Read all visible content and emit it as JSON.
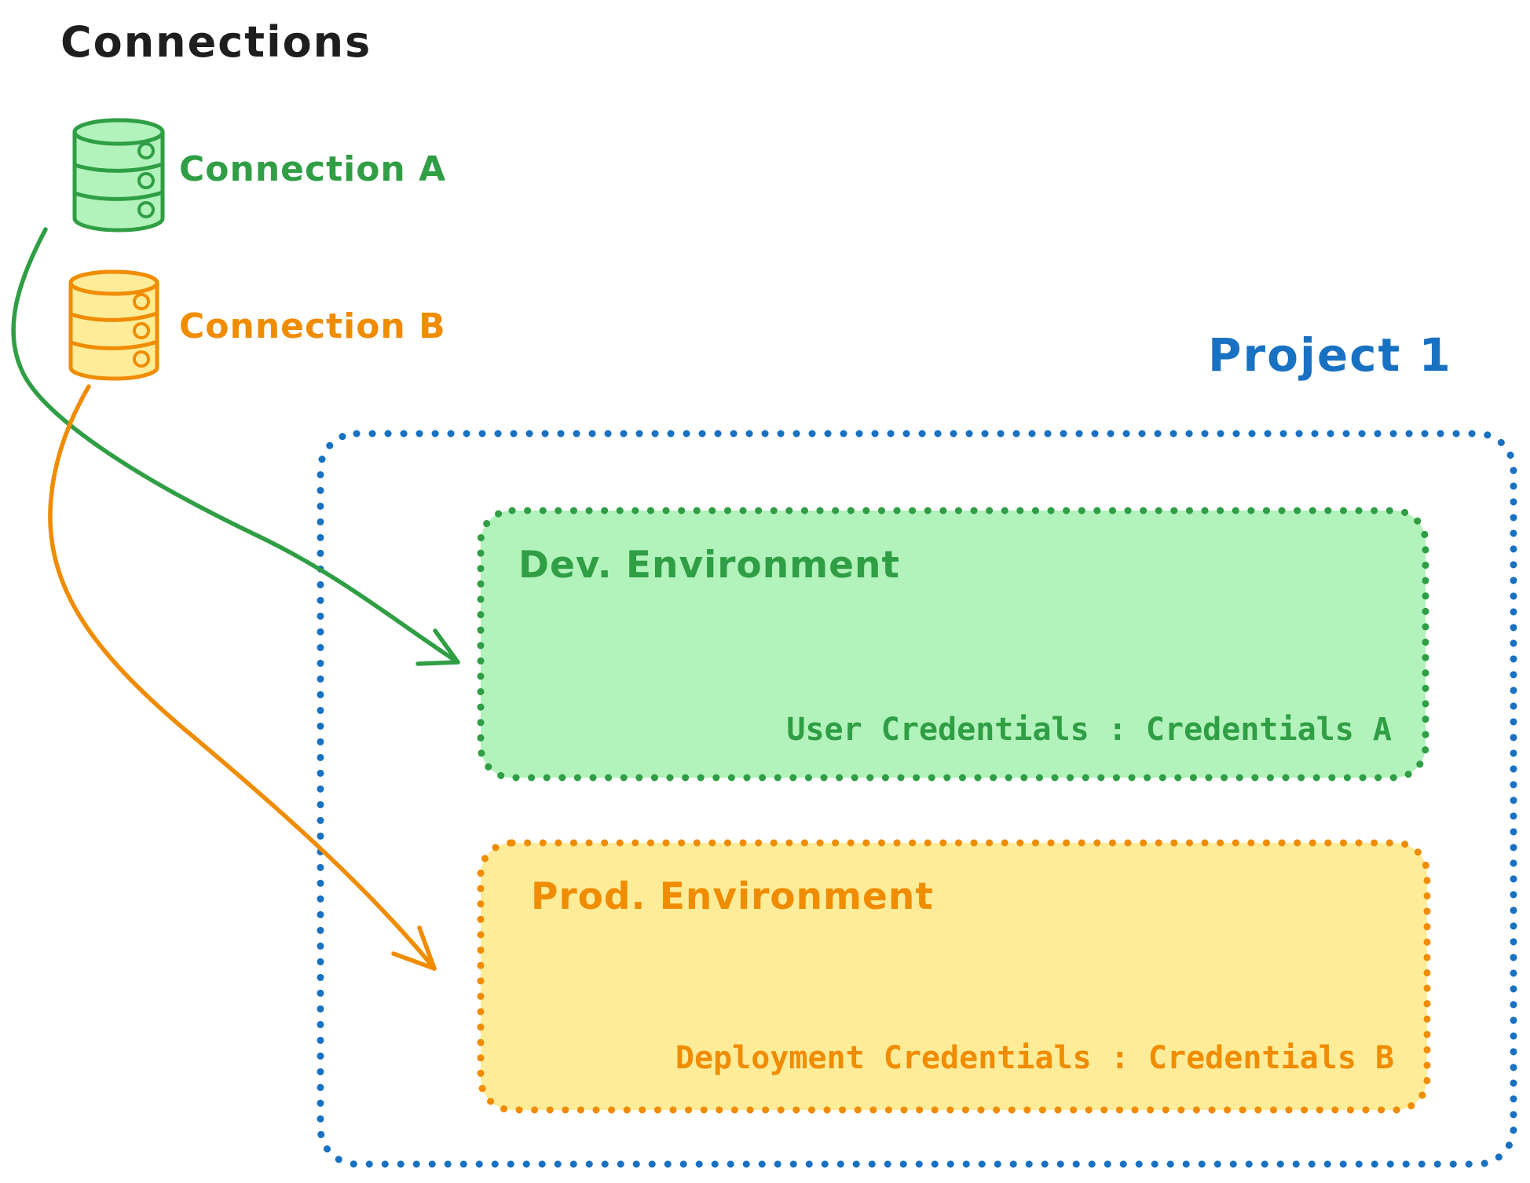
{
  "diagram": {
    "title": "Connections",
    "connections": [
      {
        "label": "Connection A",
        "stroke": "#2f9e44",
        "fill": "#b2f2bb"
      },
      {
        "label": "Connection B",
        "stroke": "#f08c00",
        "fill": "#ffec99"
      }
    ],
    "project": {
      "title": "Project 1",
      "border": "#1971c2",
      "environments": [
        {
          "title": "Dev. Environment",
          "credentials_label": "User Credentials : Credentials A",
          "stroke": "#2f9e44",
          "fill": "#b2f2bb"
        },
        {
          "title": "Prod. Environment",
          "credentials_label": "Deployment Credentials : Credentials B",
          "stroke": "#f08c00",
          "fill": "#ffec99"
        }
      ]
    },
    "colors": {
      "title_text": "#1e1e1e",
      "background": "#ffffff",
      "green": "#2f9e44",
      "green_fill": "#b2f2bb",
      "orange": "#f08c00",
      "orange_fill": "#ffec99",
      "blue": "#1971c2"
    }
  }
}
